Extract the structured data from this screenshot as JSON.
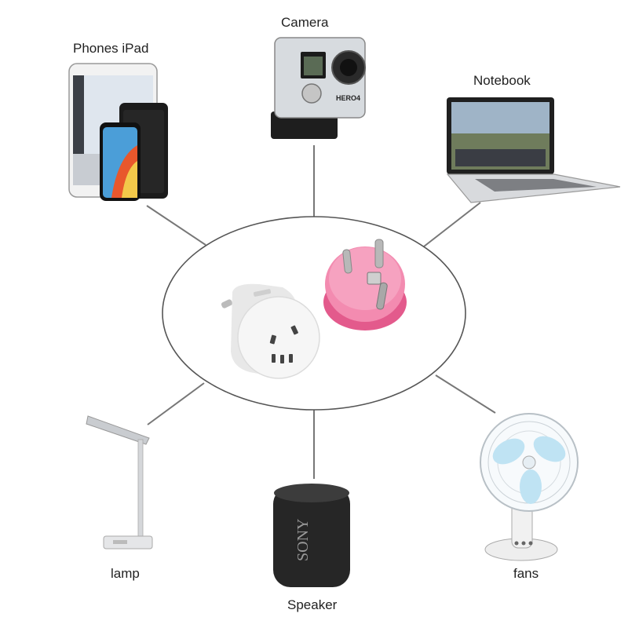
{
  "labels": {
    "phones": "Phones iPad",
    "camera": "Camera",
    "notebook": "Notebook",
    "lamp": "lamp",
    "speaker": "Speaker",
    "fans": "fans"
  },
  "brands": {
    "camera_model": "HERO4",
    "speaker_brand": "SONY"
  },
  "colors": {
    "adapter_white": "#f4f4f4",
    "adapter_pink": "#f27aa3",
    "connector_line": "#777777",
    "speaker_body": "#2a2a2a"
  }
}
